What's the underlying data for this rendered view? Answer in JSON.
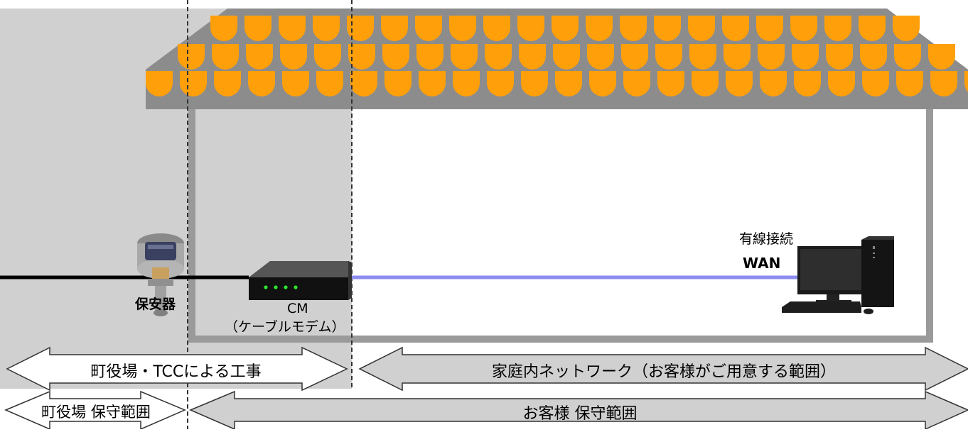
{
  "labels": {
    "protector": "保安器",
    "cm_name": "CM",
    "cm_sub": "（ケーブルモデム）",
    "wired": "有線接続",
    "wan": "WAN"
  },
  "arrows": {
    "work_scope": "町役場・TCCによる工事",
    "home_network": "家庭内ネットワーク（お客様がご用意する範囲）",
    "town_maintenance": "町役場 保守範囲",
    "customer_maintenance": "お客様 保守範囲"
  },
  "colors": {
    "roof_tile": "#FF9F0A",
    "roof_outline": "#8C8C8C",
    "house_wall": "#9A9A9A",
    "shade": "#D0D0D0",
    "lan_cable": "#8C8CF0",
    "coax_cable": "#000000",
    "arrow_fill": "#D0D0D0",
    "led": "#2EE62E"
  }
}
